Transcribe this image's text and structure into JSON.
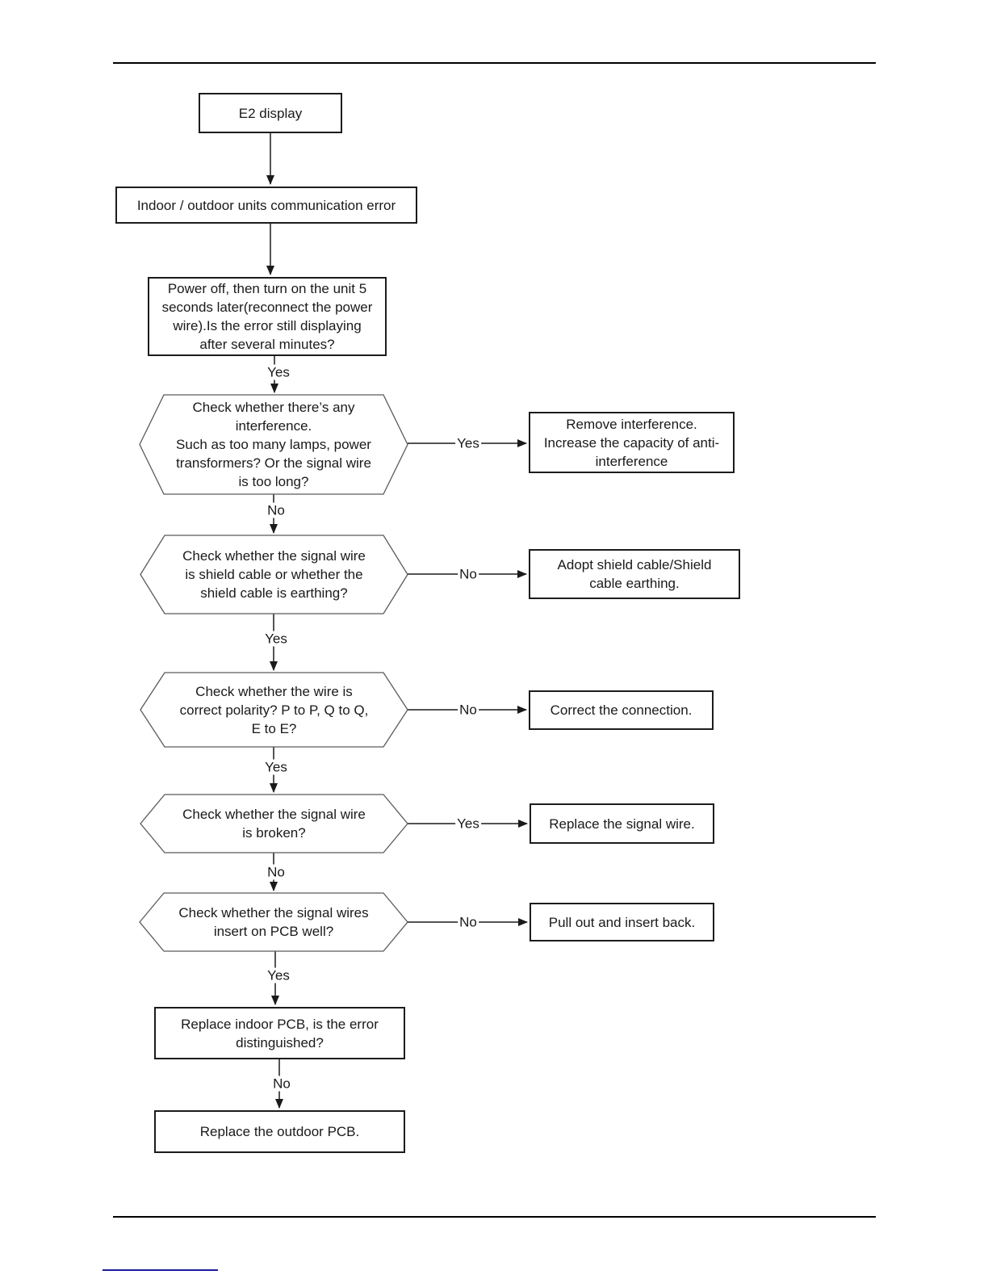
{
  "page": {
    "link_underline_color": "#1a1a9c"
  },
  "flowchart": {
    "title": "E2 display",
    "nodes": {
      "e2_display": {
        "label": "E2 display"
      },
      "comm_error": {
        "label": "Indoor / outdoor units communication error"
      },
      "power_cycle": {
        "label": "Power off, then turn on the unit 5\nseconds later(reconnect the power\nwire).Is the error still displaying\nafter several minutes?"
      },
      "interference_check": {
        "label": "Check whether there’s any\ninterference.\nSuch as too many lamps, power\ntransformers? Or the signal wire\nis too long?"
      },
      "remove_interference": {
        "label": "Remove interference.\nIncrease the capacity of anti-\ninterference"
      },
      "shield_check": {
        "label": "Check whether the signal wire\nis shield cable or whether the\nshield cable is earthing?"
      },
      "adopt_shield": {
        "label": "Adopt shield cable/Shield\ncable earthing."
      },
      "polarity_check": {
        "label": "Check whether the wire is\ncorrect polarity? P to P, Q to Q,\nE to E?"
      },
      "correct_connection": {
        "label": "Correct the connection."
      },
      "broken_check": {
        "label": "Check whether the signal wire\nis broken?"
      },
      "replace_signal_wire": {
        "label": "Replace the signal wire."
      },
      "pcb_insert_check": {
        "label": "Check whether the signal wires\ninsert on PCB well?"
      },
      "pull_out_insert": {
        "label": "Pull out and insert back."
      },
      "replace_indoor_pcb": {
        "label": "Replace indoor PCB, is the error\ndistinguished?"
      },
      "replace_outdoor_pcb": {
        "label": "Replace the outdoor PCB."
      }
    },
    "edges": {
      "power_cycle_yes": "Yes",
      "interference_yes": "Yes",
      "interference_no": "No",
      "shield_no": "No",
      "shield_yes": "Yes",
      "polarity_no": "No",
      "polarity_yes": "Yes",
      "broken_yes": "Yes",
      "broken_no": "No",
      "pcb_insert_no": "No",
      "pcb_insert_yes": "Yes",
      "indoor_pcb_no": "No"
    }
  }
}
